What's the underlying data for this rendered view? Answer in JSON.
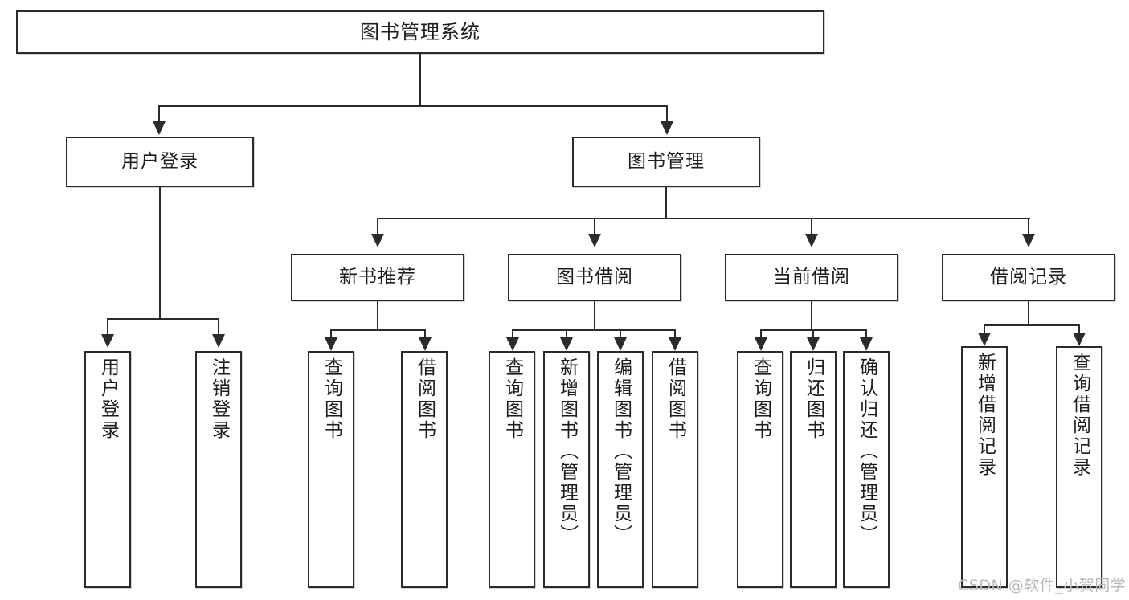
{
  "diagram": {
    "title": "图书管理系统",
    "type": "tree",
    "root": {
      "label": "图书管理系统"
    },
    "level2": [
      {
        "label": "用户登录"
      },
      {
        "label": "图书管理"
      }
    ],
    "level3": [
      {
        "label": "新书推荐"
      },
      {
        "label": "图书借阅"
      },
      {
        "label": "当前借阅"
      },
      {
        "label": "借阅记录"
      }
    ],
    "leaves": {
      "user_login": [
        {
          "label": "用户登录"
        },
        {
          "label": "注销登录"
        }
      ],
      "new_book_recommend": [
        {
          "label": "查询图书"
        },
        {
          "label": "借阅图书"
        }
      ],
      "book_borrow": [
        {
          "label": "查询图书"
        },
        {
          "label": "新增图书（管理员）"
        },
        {
          "label": "编辑图书（管理员）"
        },
        {
          "label": "借阅图书"
        }
      ],
      "current_borrow": [
        {
          "label": "查询图书"
        },
        {
          "label": "归还图书"
        },
        {
          "label": "确认归还（管理员）"
        }
      ],
      "borrow_record": [
        {
          "label": "新增借阅记录"
        },
        {
          "label": "查询借阅记录"
        }
      ]
    }
  },
  "watermark": {
    "text": "CSDN @软件_小贺同学"
  },
  "colors": {
    "stroke": "#2b2b2b",
    "fill": "#ffffff",
    "text": "#1d1d1d",
    "watermark": "#b9b9b9"
  }
}
